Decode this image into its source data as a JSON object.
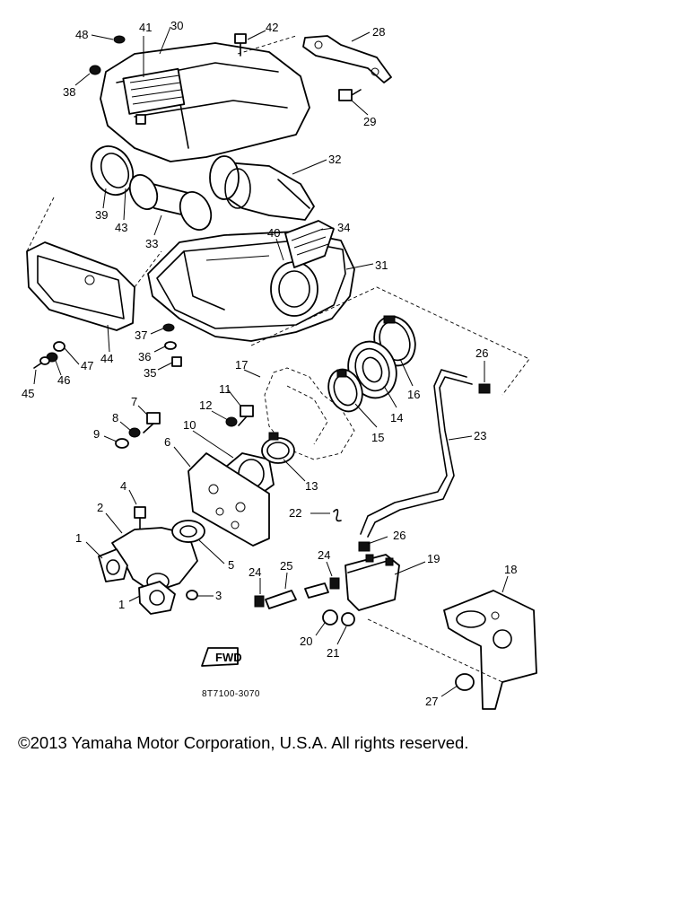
{
  "diagram": {
    "callouts": [
      "48",
      "41",
      "30",
      "42",
      "28",
      "38",
      "29",
      "32",
      "39",
      "43",
      "33",
      "34",
      "40",
      "31",
      "44",
      "37",
      "36",
      "47",
      "35",
      "46",
      "45",
      "26",
      "17",
      "11",
      "12",
      "7",
      "8",
      "9",
      "10",
      "16",
      "14",
      "15",
      "23",
      "6",
      "13",
      "4",
      "22",
      "2",
      "26",
      "1",
      "19",
      "24",
      "25",
      "24",
      "5",
      "18",
      "1",
      "3",
      "20",
      "21",
      "27"
    ],
    "fwd_label": "FWD",
    "drawing_code": "8T7100-3070"
  },
  "footer": {
    "copyright": "©2013 Yamaha Motor Corporation, U.S.A. All rights reserved."
  }
}
